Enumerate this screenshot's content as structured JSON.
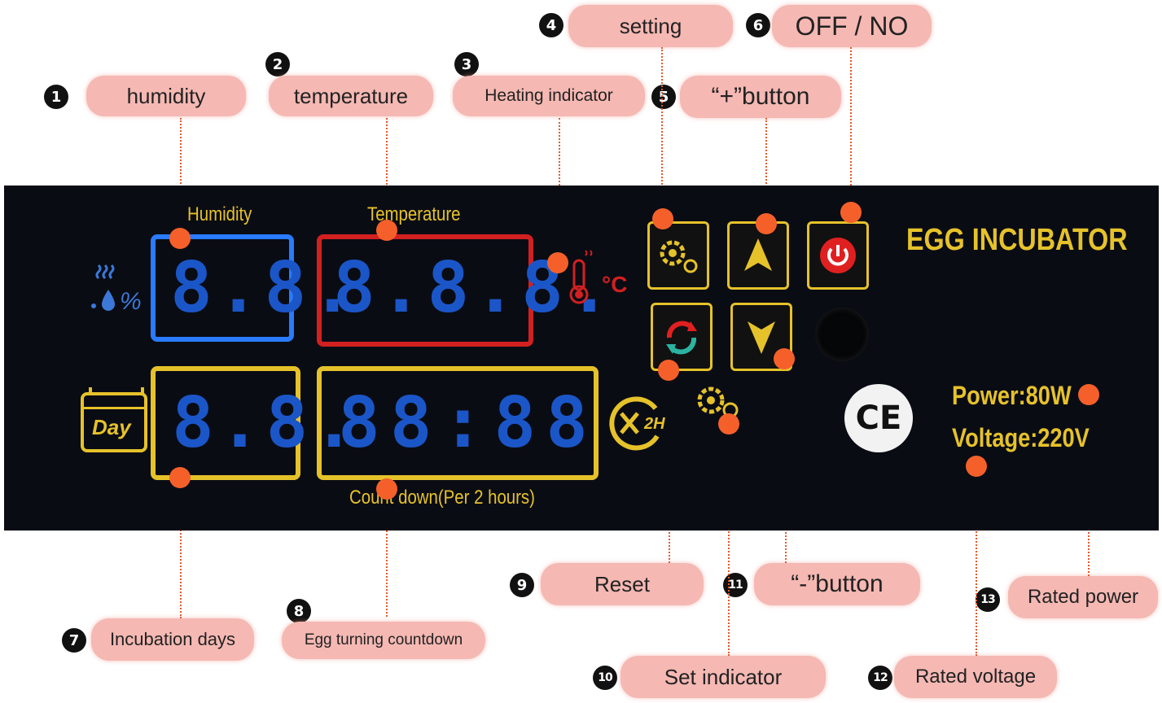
{
  "callouts": {
    "c1": {
      "num": "1",
      "text": "humidity"
    },
    "c2": {
      "num": "2",
      "text": "temperature"
    },
    "c3": {
      "num": "3",
      "text": "Heating indicator"
    },
    "c4": {
      "num": "4",
      "text": "setting"
    },
    "c5": {
      "num": "5",
      "text": "“+”button"
    },
    "c6": {
      "num": "6",
      "text": "OFF / NO"
    },
    "c7": {
      "num": "7",
      "text": "Incubation days"
    },
    "c8": {
      "num": "8",
      "text": "Egg turning countdown"
    },
    "c9": {
      "num": "9",
      "text": "Reset"
    },
    "c10": {
      "num": "10",
      "text": "Set indicator"
    },
    "c11": {
      "num": "11",
      "text": "“-”button"
    },
    "c12": {
      "num": "12",
      "text": "Rated voltage"
    },
    "c13": {
      "num": "13",
      "text": "Rated power"
    }
  },
  "panel": {
    "humidity_label": "Humidity",
    "temperature_label": "Temperature",
    "countdown_label": "Count down(Per 2 hours)",
    "brand": "EGG INCUBATOR",
    "power": "Power:80W",
    "voltage": "Voltage:220V",
    "celsius": "°C",
    "day_label": "Day",
    "timer_label": "2H",
    "ce_mark": "CE",
    "percent": "%",
    "displays": {
      "humidity": "8.8.",
      "temperature": "8.8.8.",
      "days": "8.8.",
      "countdown": "88:88"
    }
  },
  "colors": {
    "callout_bg": "#f5b8b3",
    "panel_bg": "#0a0c14",
    "accent_yellow": "#e6c22a",
    "display_blue": "#1b56c8",
    "frame_blue": "#2a7bff",
    "frame_red": "#d22020",
    "marker_orange": "#f5602a"
  }
}
